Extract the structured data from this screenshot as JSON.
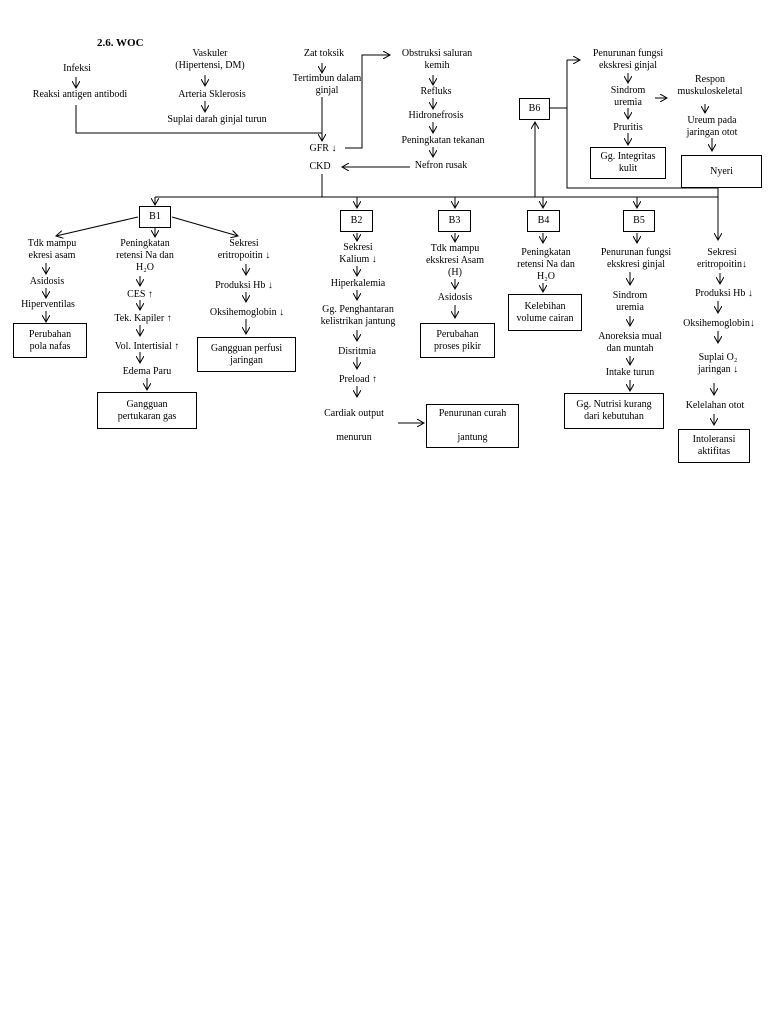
{
  "title": "2.6. WOC",
  "nodes": {
    "infeksi": "Infeksi",
    "reaksi": "Reaksi antigen antibodi",
    "vaskuler": "Vaskuler\n(Hipertensi, DM)",
    "arteria": "Arteria Sklerosis",
    "suplai": "Suplai darah ginjal turun",
    "zat": "Zat toksik",
    "tertimbun": "Tertimbun dalam\nginjal",
    "obstruksi": "Obstruksi saluran\nkemih",
    "refluks": "Refluks",
    "hidro": "Hidronefrosis",
    "peningkatan_tekanan": "Peningkatan tekanan",
    "nefron": "Nefron rusak",
    "gfr": "GFR ↓",
    "ckd": "CKD",
    "penurunan_fungsi_top": "Penurunan fungsi\nekskresi ginjal",
    "sindrom_top": "Sindrom\nuremia",
    "pruritis": "Pruritis",
    "respon": "Respon\nmuskuloskeletal",
    "ureum": "Ureum pada\njaringan otot",
    "b1_tdk": "Tdk mampu\nekresi asam",
    "b1_asidosis": "Asidosis",
    "b1_hiper": "Hiperventilas",
    "b1_peningkatan": "Peningkatan\nretensi Na dan\nH₂O",
    "b1_ces": "CES ↑",
    "b1_tek": "Tek. Kapiler ↑",
    "b1_vol": "Vol. Intertisial ↑",
    "b1_edema": "Edema Paru",
    "b1_sekresi": "Sekresi\neritropoitin ↓",
    "b1_produksi": "Produksi Hb ↓",
    "b1_oksi": "Oksihemoglobin ↓",
    "b2_sekresi": "Sekresi\nKalium ↓",
    "b2_hiper": "Hiperkalemia",
    "b2_gg": "Gg. Penghantaran\nkelistrikan jantung",
    "b2_disritmia": "Disritmia",
    "b2_preload": "Preload ↑",
    "b2_cardiac": "Cardiak output\n\nmenurun",
    "b3_tdk": "Tdk mampu\nekskresi Asam\n(H)",
    "b3_asidosis": "Asidosis",
    "b4_peningkatan": "Peningkatan\nretensi Na dan\nH₂O",
    "b5_penurunan": "Penurunan fungsi\nekskresi ginjal",
    "b5_sindrom": "Sindrom\nuremia",
    "b5_anoreksia": "Anoreksia mual\ndan muntah",
    "b5_intake": "Intake turun",
    "r_sekresi": "Sekresi\neritropoitin↓",
    "r_produksi": "Produksi Hb ↓",
    "r_oksi": "Oksihemoglobin↓",
    "r_suplai": "Suplai O₂\njaringan ↓",
    "r_kelelahan": "Kelelahan otot"
  },
  "boxes": {
    "b1": "B1",
    "b2": "B2",
    "b3": "B3",
    "b4": "B4",
    "b5": "B5",
    "b6": "B6",
    "perubahan_pola": "Perubahan\npola nafas",
    "gangguan_gas": "Gangguan\npertukaran gas",
    "gangguan_perfusi": "Gangguan perfusi\njaringan",
    "penurunan_curah": "Penurunan curah\n\njantung",
    "perubahan_proses": "Perubahan\nproses pikir",
    "kelebihan": "Kelebihan\nvolume cairan",
    "gg_nutrisi": "Gg. Nutrisi kurang\ndari kebutuhan",
    "gg_integritas": "Gg. Integritas\nkulit",
    "nyeri": "Nyeri",
    "intoleransi": "Intoleransi\naktifitas"
  }
}
